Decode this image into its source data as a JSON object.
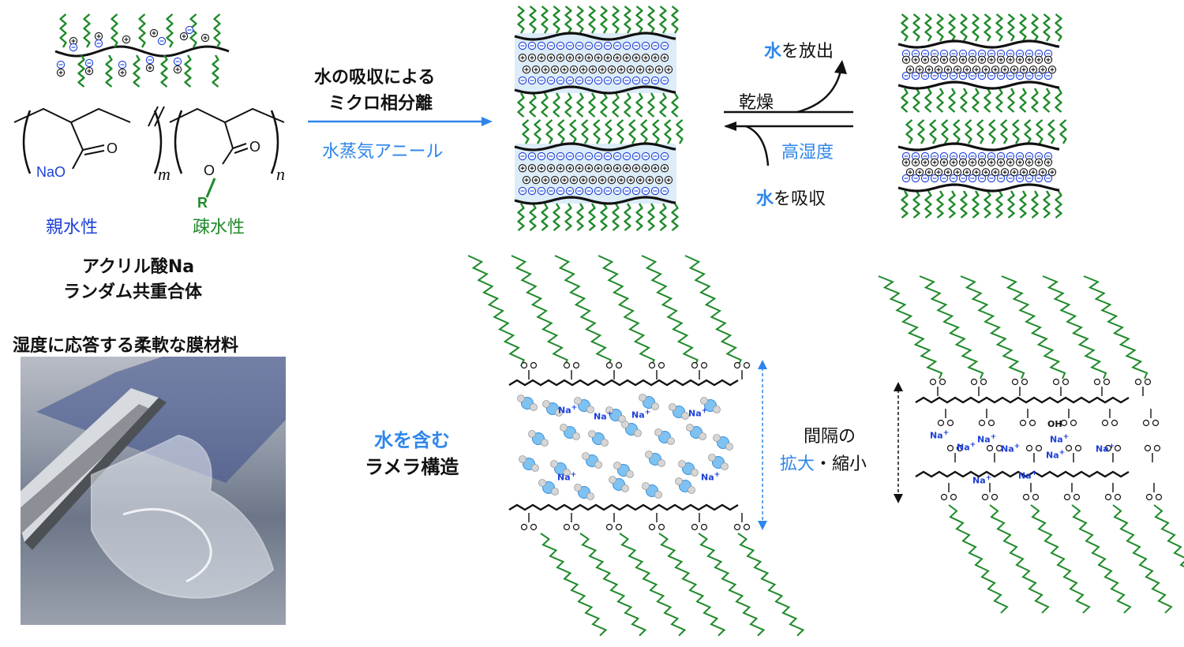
{
  "monomer": {
    "naO": "NaO",
    "o": "O",
    "r": "R",
    "m": "m",
    "n": "n",
    "hydrophilic": "親水性",
    "hydrophobic": "疎水性"
  },
  "polymer_name": {
    "line1": "アクリル酸Na",
    "line2": "ランダム共重合体"
  },
  "photo_caption": "湿度に応答する柔軟な膜材料",
  "process": {
    "title_line1": "水の吸収による",
    "title_line2": "ミクロ相分離",
    "method": "水蒸気アニール"
  },
  "release": {
    "water": "水",
    "rest": "を放出",
    "condition": "乾燥"
  },
  "absorb": {
    "condition": "高湿度",
    "water": "水",
    "rest": "を吸収"
  },
  "lamella": {
    "line1": "水を含む",
    "line2": "ラメラ構造"
  },
  "spacing": {
    "line1": "間隔の",
    "expand": "拡大",
    "dot": "・",
    "shrink": "縮小"
  },
  "ion_labels": {
    "na_plus": "Na",
    "plus_sign": "+",
    "oh": "OH"
  },
  "colors": {
    "blue_accent": "#2f86ea",
    "hydrophilic_blue": "#1b3fd8",
    "hydrophobic_green": "#1f8a2a",
    "water_band": "#dcecf8"
  }
}
